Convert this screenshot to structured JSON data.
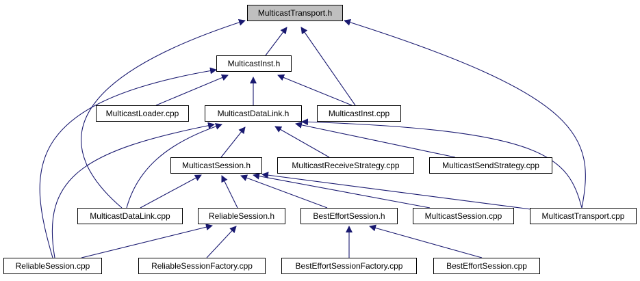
{
  "graph": {
    "edge_color": "#191970",
    "root_fill": "#bfbfbf",
    "nodes": [
      {
        "id": "MulticastTransport_h",
        "label": "MulticastTransport.h",
        "root": true
      },
      {
        "id": "MulticastInst_h",
        "label": "MulticastInst.h"
      },
      {
        "id": "MulticastLoader_cpp",
        "label": "MulticastLoader.cpp"
      },
      {
        "id": "MulticastDataLink_h",
        "label": "MulticastDataLink.h"
      },
      {
        "id": "MulticastInst_cpp",
        "label": "MulticastInst.cpp"
      },
      {
        "id": "MulticastSession_h",
        "label": "MulticastSession.h"
      },
      {
        "id": "MulticastReceiveStrategy_cpp",
        "label": "MulticastReceiveStrategy.cpp"
      },
      {
        "id": "MulticastSendStrategy_cpp",
        "label": "MulticastSendStrategy.cpp"
      },
      {
        "id": "MulticastDataLink_cpp",
        "label": "MulticastDataLink.cpp"
      },
      {
        "id": "ReliableSession_h",
        "label": "ReliableSession.h"
      },
      {
        "id": "BestEffortSession_h",
        "label": "BestEffortSession.h"
      },
      {
        "id": "MulticastSession_cpp",
        "label": "MulticastSession.cpp"
      },
      {
        "id": "MulticastTransport_cpp",
        "label": "MulticastTransport.cpp"
      },
      {
        "id": "ReliableSession_cpp",
        "label": "ReliableSession.cpp"
      },
      {
        "id": "ReliableSessionFactory_cpp",
        "label": "ReliableSessionFactory.cpp"
      },
      {
        "id": "BestEffortSessionFactory_cpp",
        "label": "BestEffortSessionFactory.cpp"
      },
      {
        "id": "BestEffortSession_cpp",
        "label": "BestEffortSession.cpp"
      }
    ],
    "edges": [
      {
        "from": "MulticastInst_h",
        "to": "MulticastTransport_h"
      },
      {
        "from": "MulticastDataLink_cpp",
        "to": "MulticastTransport_h"
      },
      {
        "from": "MulticastInst_cpp",
        "to": "MulticastTransport_h"
      },
      {
        "from": "MulticastTransport_cpp",
        "to": "MulticastTransport_h"
      },
      {
        "from": "MulticastLoader_cpp",
        "to": "MulticastInst_h"
      },
      {
        "from": "MulticastDataLink_h",
        "to": "MulticastInst_h"
      },
      {
        "from": "MulticastInst_cpp",
        "to": "MulticastInst_h"
      },
      {
        "from": "ReliableSession_cpp",
        "to": "MulticastInst_h"
      },
      {
        "from": "MulticastSession_h",
        "to": "MulticastDataLink_h"
      },
      {
        "from": "MulticastReceiveStrategy_cpp",
        "to": "MulticastDataLink_h"
      },
      {
        "from": "MulticastSendStrategy_cpp",
        "to": "MulticastDataLink_h"
      },
      {
        "from": "MulticastDataLink_cpp",
        "to": "MulticastDataLink_h"
      },
      {
        "from": "MulticastTransport_cpp",
        "to": "MulticastDataLink_h"
      },
      {
        "from": "ReliableSession_cpp",
        "to": "MulticastDataLink_h"
      },
      {
        "from": "MulticastDataLink_cpp",
        "to": "MulticastSession_h"
      },
      {
        "from": "ReliableSession_h",
        "to": "MulticastSession_h"
      },
      {
        "from": "BestEffortSession_h",
        "to": "MulticastSession_h"
      },
      {
        "from": "MulticastSession_cpp",
        "to": "MulticastSession_h"
      },
      {
        "from": "MulticastTransport_cpp",
        "to": "MulticastSession_h"
      },
      {
        "from": "ReliableSession_cpp",
        "to": "ReliableSession_h"
      },
      {
        "from": "ReliableSessionFactory_cpp",
        "to": "ReliableSession_h"
      },
      {
        "from": "BestEffortSessionFactory_cpp",
        "to": "BestEffortSession_h"
      },
      {
        "from": "BestEffortSession_cpp",
        "to": "BestEffortSession_h"
      }
    ]
  }
}
